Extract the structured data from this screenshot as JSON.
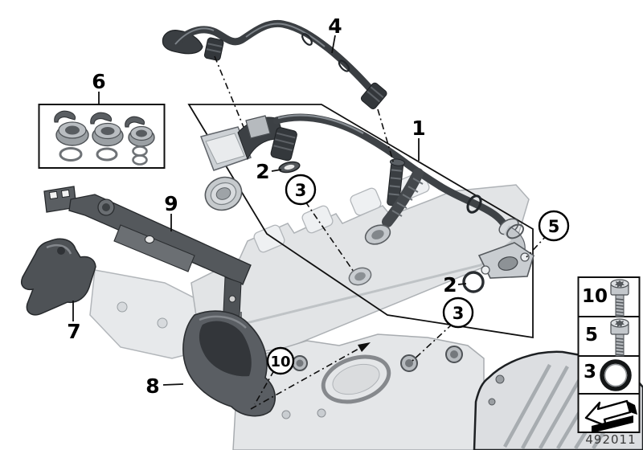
{
  "diagram": {
    "type": "exploded-parts-diagram",
    "subject": "engine crankcase ventilation hoses, brackets and covers",
    "drawing_number": "492011"
  },
  "callouts": {
    "c1": {
      "label": "1",
      "style": "plain"
    },
    "c2_left": {
      "label": "2",
      "style": "plain"
    },
    "c3_left": {
      "label": "3",
      "style": "circled"
    },
    "c4": {
      "label": "4",
      "style": "plain"
    },
    "c5": {
      "label": "5",
      "style": "circled"
    },
    "c6": {
      "label": "6",
      "style": "plain"
    },
    "c7": {
      "label": "7",
      "style": "plain"
    },
    "c8": {
      "label": "8",
      "style": "plain"
    },
    "c9": {
      "label": "9",
      "style": "plain"
    },
    "c10": {
      "label": "10",
      "style": "circled"
    },
    "c2_right": {
      "label": "2",
      "style": "plain"
    },
    "c3_right": {
      "label": "3",
      "style": "circled"
    }
  },
  "legend": {
    "rows": [
      {
        "label": "10",
        "icon": "torx-screw-icon"
      },
      {
        "label": "5",
        "icon": "torx-screw-icon"
      },
      {
        "label": "3",
        "icon": "o-ring-icon"
      },
      {
        "label": "",
        "icon": "direction-arrow-icon"
      }
    ]
  },
  "colors": {
    "line": "#000000",
    "hose_dark": "#3c4044",
    "metal": "#c7cbcf",
    "engine_light": "#e6e8ea",
    "bracket_dark": "#53575b",
    "legend_ring": "#141617"
  }
}
